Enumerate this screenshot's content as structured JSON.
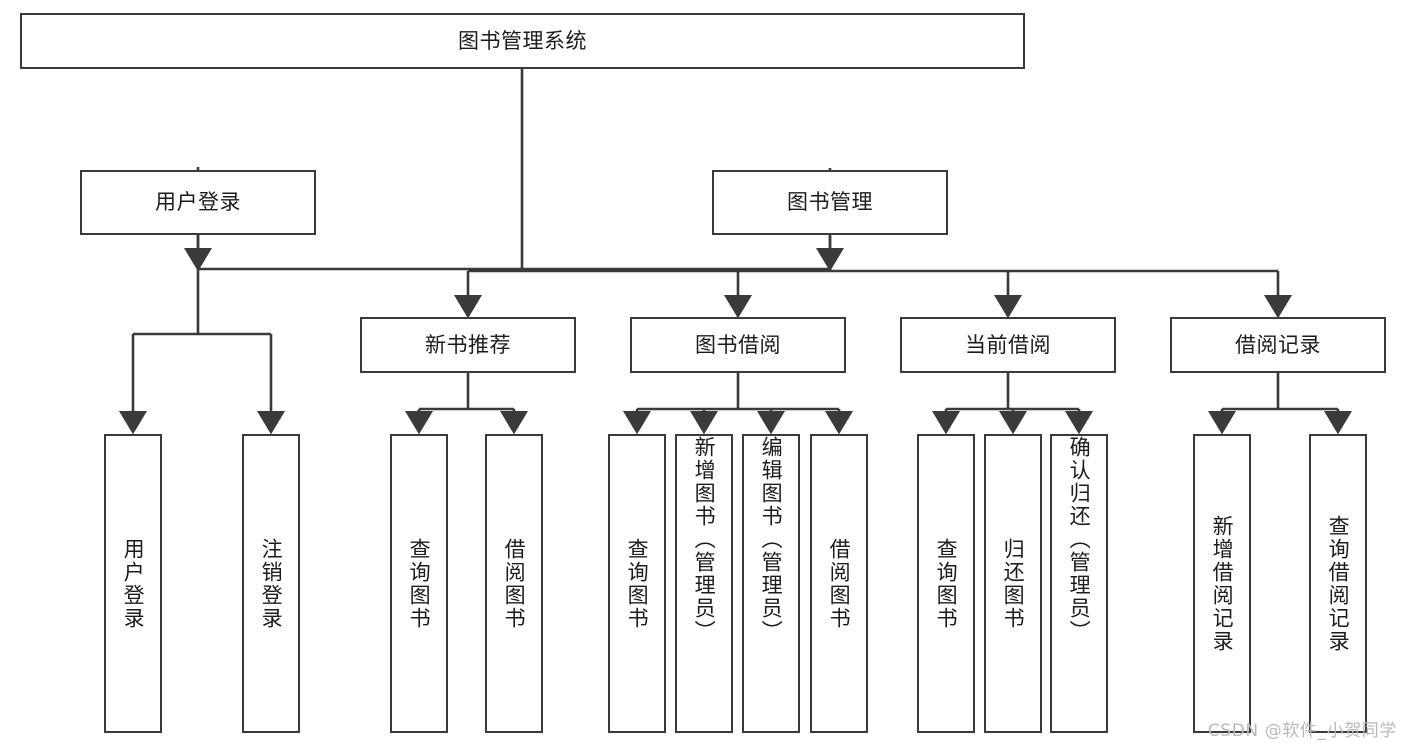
{
  "diagram": {
    "title": "图书管理系统",
    "type": "tree-hierarchy",
    "orientation": "top-down",
    "line_color": "#3a3a3a",
    "box_fill": "#ffffff",
    "text_color": "#1c1c1c"
  },
  "root": {
    "label": "图书管理系统"
  },
  "level2": [
    {
      "label": "用户登录"
    },
    {
      "label": "图书管理"
    }
  ],
  "level3": [
    {
      "label": "新书推荐"
    },
    {
      "label": "图书借阅"
    },
    {
      "label": "当前借阅"
    },
    {
      "label": "借阅记录"
    }
  ],
  "leaves": {
    "user_login": [
      {
        "label": "用户登录"
      },
      {
        "label": "注销登录"
      }
    ],
    "new_book_recommend": [
      {
        "label": "查询图书"
      },
      {
        "label": "借阅图书"
      }
    ],
    "book_borrow": [
      {
        "label": "查询图书"
      },
      {
        "label": "新增图书（管理员）"
      },
      {
        "label": "编辑图书（管理员）"
      },
      {
        "label": "借阅图书"
      }
    ],
    "current_borrow": [
      {
        "label": "查询图书"
      },
      {
        "label": "归还图书"
      },
      {
        "label": "确认归还（管理员）"
      }
    ],
    "borrow_record": [
      {
        "label": "新增借阅记录"
      },
      {
        "label": "查询借阅记录"
      }
    ]
  },
  "watermark": {
    "text": "CSDN @软件_小贺同学"
  }
}
